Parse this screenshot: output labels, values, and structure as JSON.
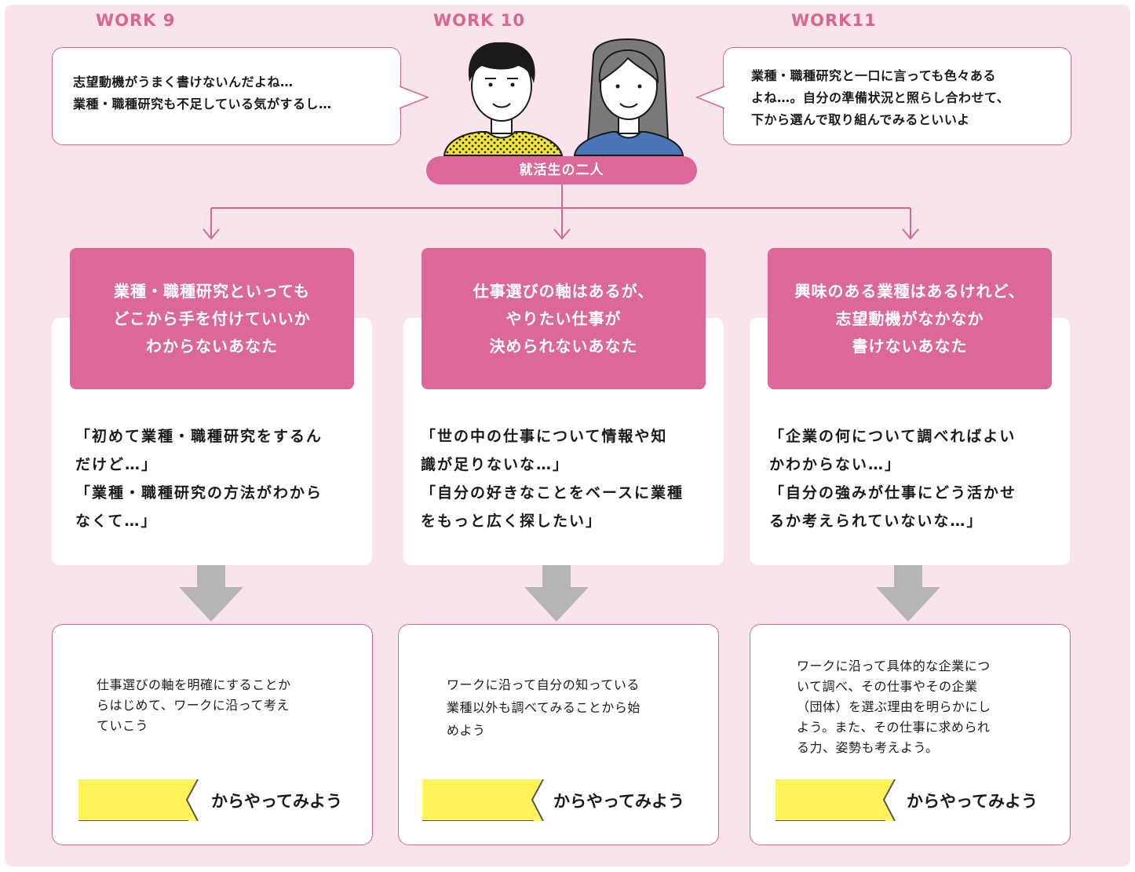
{
  "speech": {
    "left_lines": [
      "志望動機がうまく書けないんだよね…",
      "業種・職種研究も不足している気がするし…"
    ],
    "right_lines": [
      "業種・職種研究と一口に言っても色々ある",
      "よね…。自分の準備状況と照らし合わせて、",
      "下から選んで取り組んでみるといいよ"
    ]
  },
  "center_label": "就活生の二人",
  "columns": [
    {
      "heading_lines": [
        "業種・職種研究といっても",
        "どこから手を付けていいか",
        "わからないあなた"
      ],
      "quote_lines": [
        "「初めて業種・職種研究をするん",
        "だけど…」",
        "「業種・職種研究の方法がわから",
        "なくて…」"
      ],
      "result_lines": [
        "仕事選びの軸を明確にすることか",
        "らはじめて、ワークに沿って考え",
        "ていこう"
      ],
      "work_label": "WORK 9",
      "cta": "からやってみよう"
    },
    {
      "heading_lines": [
        "仕事選びの軸はあるが、",
        "やりたい仕事が",
        "決められないあなた"
      ],
      "quote_lines": [
        "「世の中の仕事について情報や知",
        "識が足りないな…」",
        "「自分の好きなことをベースに業種",
        "をもっと広く探したい」"
      ],
      "result_lines": [
        "ワークに沿って自分の知っている",
        "業種以外も調べてみることから始",
        "めよう"
      ],
      "work_label": "WORK 10",
      "cta": "からやってみよう"
    },
    {
      "heading_lines": [
        "興味のある業種はあるけれど、",
        "志望動機がなかなか",
        "書けないあなた"
      ],
      "quote_lines": [
        "「企業の何について調べればよい",
        "かわからない…」",
        "「自分の強みが仕事にどう活かせ",
        "るか考えられていないな…」"
      ],
      "result_lines": [
        "ワークに沿って具体的な企業につ",
        "いて調べ、その仕事やその企業",
        "（団体）を選ぶ理由を明らかにし",
        "よう。また、その仕事に求められ",
        "る力、姿勢も考えよう。"
      ],
      "work_label": "WORK11",
      "cta": "からやってみよう"
    }
  ],
  "colors": {
    "panel": "#f9e3ec",
    "accent_pink": "#db6898",
    "outline_pink": "#d9668f",
    "work_tag_yellow": "#fff35a",
    "arrow_gray": "#b5b5b5",
    "shirt_yellow": "#f2e634",
    "shirt_blue": "#4a76b8"
  },
  "icons": [
    "male-student-illustration",
    "female-student-illustration",
    "arrow-down-icon"
  ]
}
